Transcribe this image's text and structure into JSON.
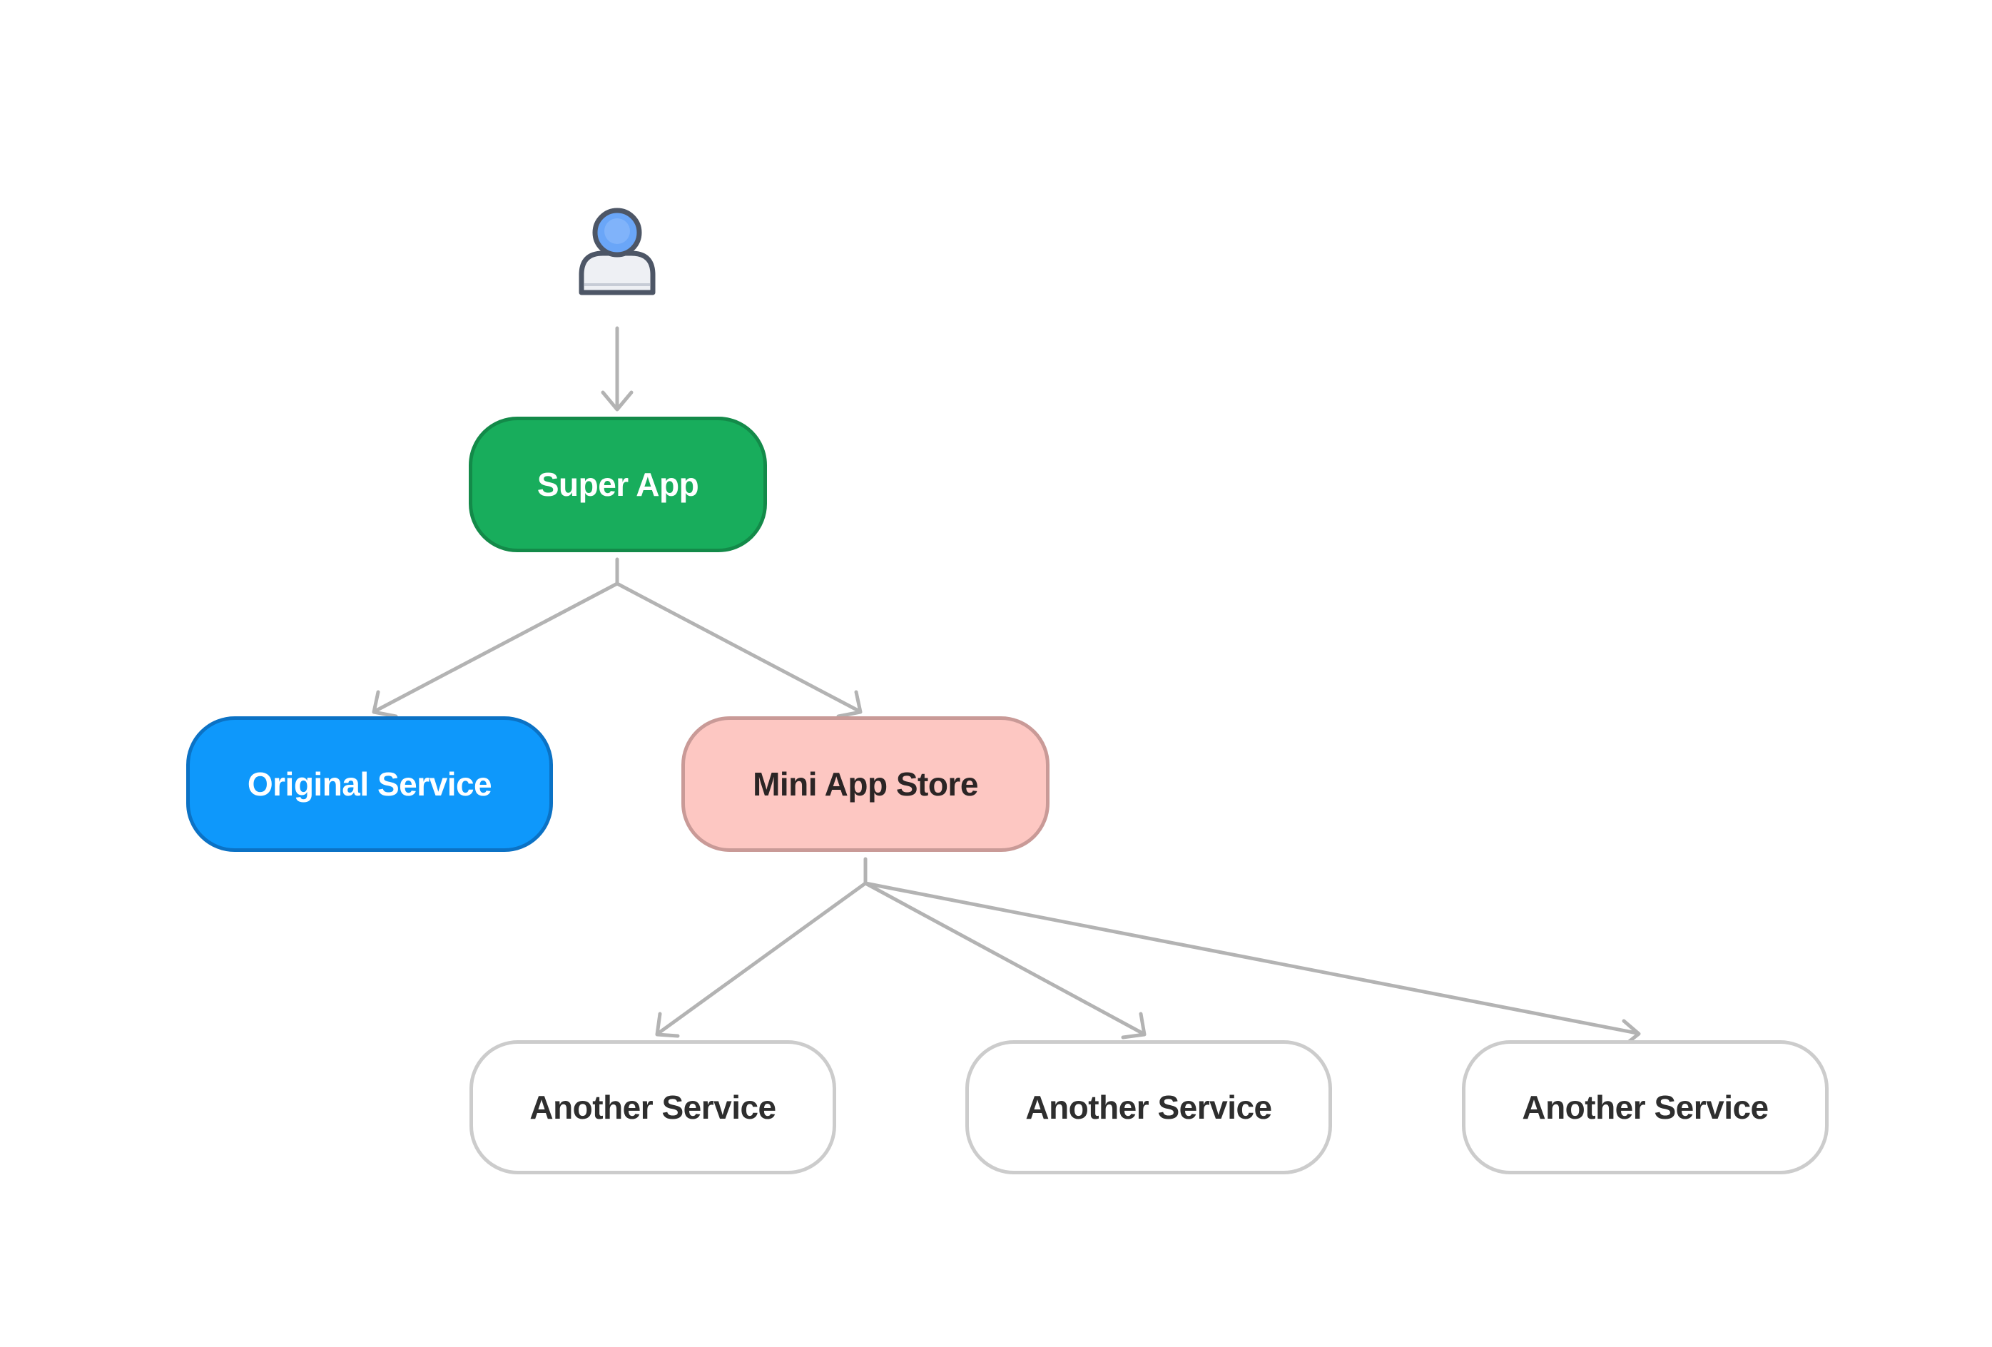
{
  "diagram": {
    "user": {
      "icon": "user-icon"
    },
    "nodes": {
      "super_app": {
        "label": "Super App",
        "fill": "#18ad5c"
      },
      "original_service": {
        "label": "Original Service",
        "fill": "#0e98fb"
      },
      "mini_app_store": {
        "label": "Mini App Store",
        "fill": "#fdc7c2"
      },
      "services": [
        {
          "label": "Another Service"
        },
        {
          "label": "Another Service"
        },
        {
          "label": "Another Service"
        }
      ]
    },
    "edges": [
      {
        "from": "user",
        "to": "super_app"
      },
      {
        "from": "super_app",
        "to": "original_service"
      },
      {
        "from": "super_app",
        "to": "mini_app_store"
      },
      {
        "from": "mini_app_store",
        "to": "service_1"
      },
      {
        "from": "mini_app_store",
        "to": "service_2"
      },
      {
        "from": "mini_app_store",
        "to": "service_3"
      }
    ],
    "colors": {
      "edge": "#b3b3b3",
      "user_head": "#6aa6f8",
      "user_outline": "#4d5666"
    }
  }
}
